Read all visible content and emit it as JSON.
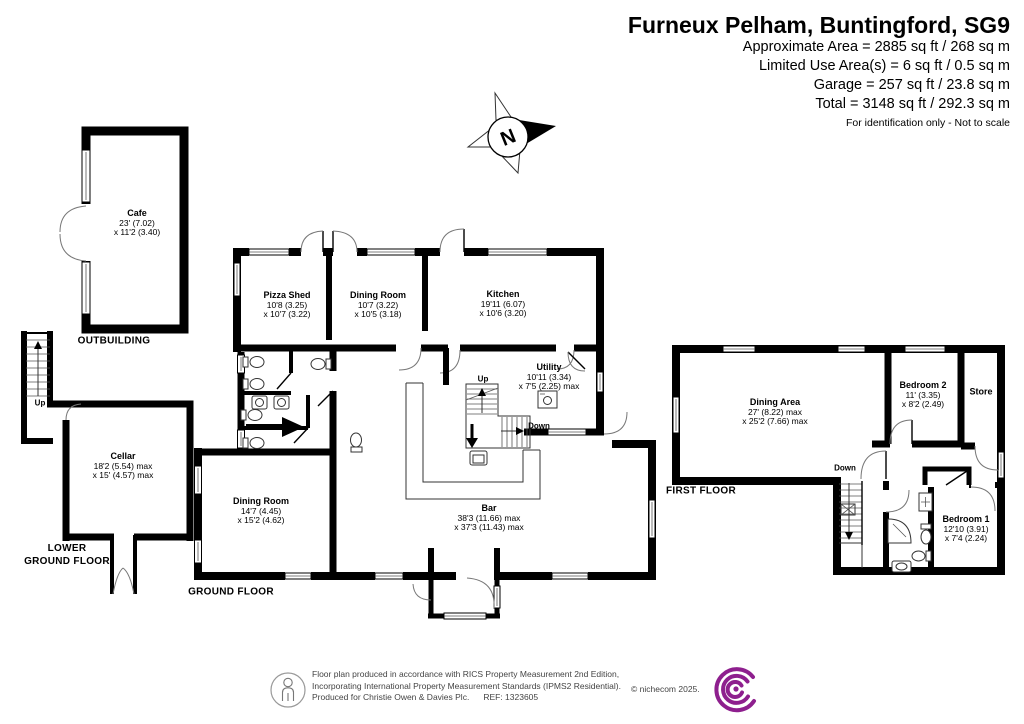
{
  "header": {
    "title": "Furneux Pelham, Buntingford, SG9",
    "area_lines": [
      "Approximate Area = 2885 sq ft / 268 sq m",
      "Limited Use Area(s) = 6 sq ft / 0.5 sq m",
      "Garage = 257 sq ft / 23.8 sq m",
      "Total = 3148 sq ft / 292.3 sq m"
    ],
    "note": "For identification only - Not to scale"
  },
  "compass": {
    "north_label": "N"
  },
  "floor_labels": {
    "outbuilding": "OUTBUILDING",
    "lower_ground_line1": "LOWER",
    "lower_ground_line2": "GROUND FLOOR",
    "ground": "GROUND FLOOR",
    "first": "FIRST FLOOR"
  },
  "stair_labels": {
    "up": "Up",
    "down": "Down"
  },
  "rooms": {
    "cafe": {
      "name": "Cafe",
      "dim1": "23' (7.02)",
      "dim2": "x 11'2 (3.40)"
    },
    "cellar": {
      "name": "Cellar",
      "dim1": "18'2 (5.54) max",
      "dim2": "x 15' (4.57) max"
    },
    "pizza_shed": {
      "name": "Pizza Shed",
      "dim1": "10'8 (3.25)",
      "dim2": "x 10'7 (3.22)"
    },
    "dining_room_top": {
      "name": "Dining Room",
      "dim1": "10'7 (3.22)",
      "dim2": "x 10'5 (3.18)"
    },
    "kitchen": {
      "name": "Kitchen",
      "dim1": "19'11 (6.07)",
      "dim2": "x 10'6 (3.20)"
    },
    "utility": {
      "name": "Utility",
      "dim1": "10'11 (3.34)",
      "dim2": "x 7'5 (2.25) max"
    },
    "dining_room_ground": {
      "name": "Dining Room",
      "dim1": "14'7 (4.45)",
      "dim2": "x 15'2 (4.62)"
    },
    "bar": {
      "name": "Bar",
      "dim1": "38'3 (11.66) max",
      "dim2": "x 37'3 (11.43) max"
    },
    "dining_area": {
      "name": "Dining Area",
      "dim1": "27' (8.22) max",
      "dim2": "x 25'2 (7.66) max"
    },
    "bedroom2": {
      "name": "Bedroom 2",
      "dim1": "11' (3.35)",
      "dim2": "x 8'2 (2.49)"
    },
    "store": {
      "name": "Store"
    },
    "bedroom1": {
      "name": "Bedroom 1",
      "dim1": "12'10 (3.91)",
      "dim2": "x 7'4 (2.24)"
    }
  },
  "footer": {
    "line1": "Floor plan produced in accordance with RICS Property Measurement 2nd Edition,",
    "line2": "Incorporating International Property Measurement Standards (IPMS2 Residential).",
    "line3": "Produced for Christie Owen & Davies Plc.",
    "ref": "REF: 1323605",
    "copyright": "© nichecom 2025."
  },
  "colors": {
    "walls": "#000000",
    "logo_accent": "#8e1f8e",
    "footer_text": "#444444"
  }
}
